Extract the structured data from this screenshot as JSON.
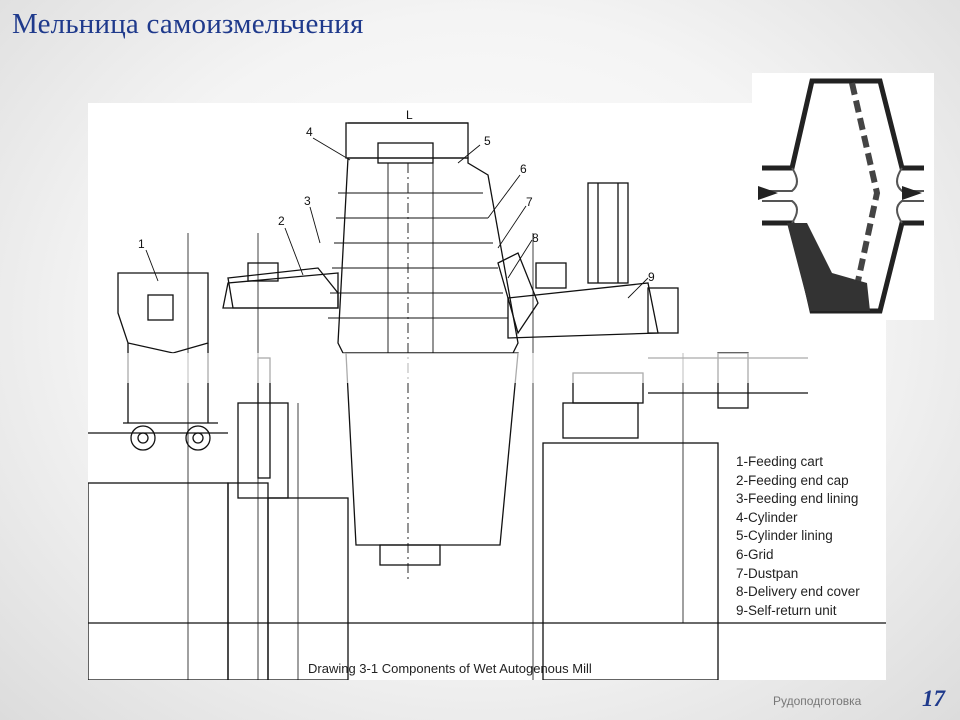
{
  "slide": {
    "title": "Мельница самоизмельчения",
    "footer": "Рудоподготовка",
    "page_number": "17"
  },
  "drawing": {
    "caption": "Drawing 3-1 Components of Wet Autogenous Mill",
    "dimension_label": "L",
    "callouts": [
      "1",
      "2",
      "3",
      "4",
      "5",
      "6",
      "7",
      "8",
      "9"
    ],
    "legend": [
      "1-Feeding cart",
      "2-Feeding end cap",
      "3-Feeding end lining",
      "4-Cylinder",
      "5-Cylinder lining",
      "6-Grid",
      "7-Dustpan",
      "8-Delivery end cover",
      "9-Self-return unit"
    ]
  }
}
